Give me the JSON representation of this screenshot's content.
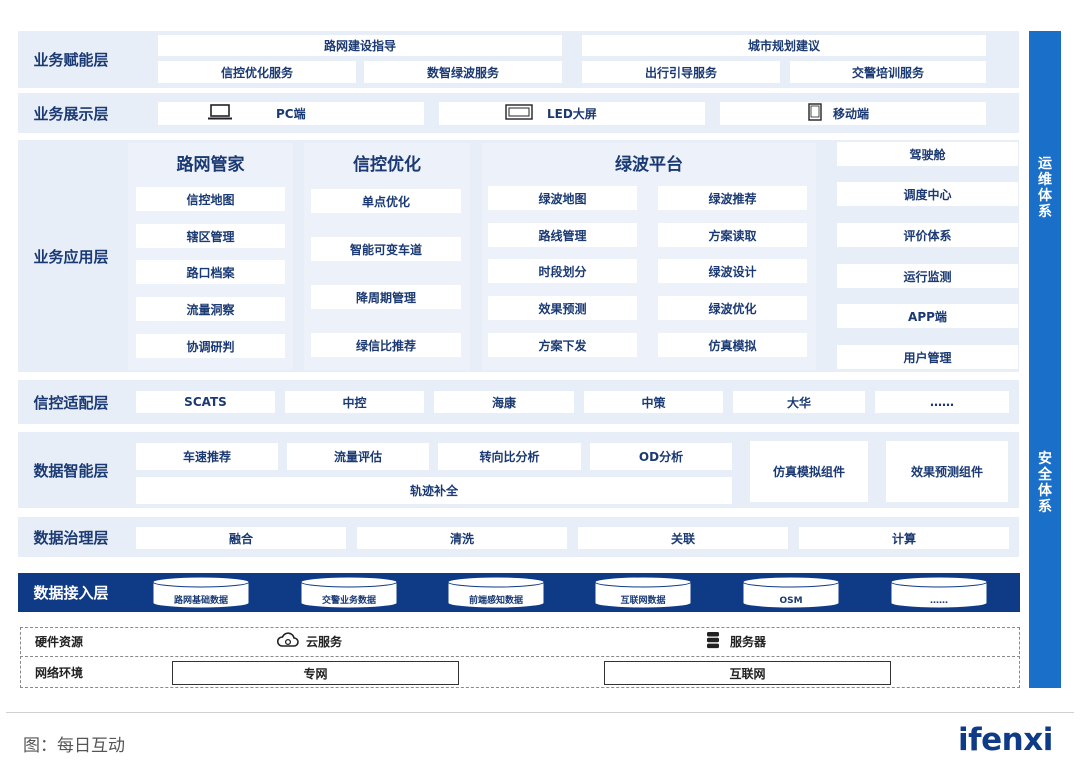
{
  "layers": {
    "empower": "业务赋能层",
    "display": "业务展示层",
    "app": "业务应用层",
    "adapt": "信控适配层",
    "intel": "数据智能层",
    "gov": "数据治理层",
    "access": "数据接入层"
  },
  "empower": {
    "top": [
      "路网建设指导",
      "城市规划建议"
    ],
    "bottom": [
      "信控优化服务",
      "数智绿波服务",
      "出行引导服务",
      "交警培训服务"
    ]
  },
  "display": {
    "items": [
      {
        "label": "PC端",
        "icon": "laptop-icon"
      },
      {
        "label": "LED大屏",
        "icon": "led-screen-icon"
      },
      {
        "label": "移动端",
        "icon": "mobile-icon"
      }
    ]
  },
  "app": {
    "road": {
      "title": "路网管家",
      "items": [
        "信控地图",
        "辖区管理",
        "路口档案",
        "流量洞察",
        "协调研判"
      ]
    },
    "signal": {
      "title": "信控优化",
      "items": [
        "单点优化",
        "智能可变车道",
        "降周期管理",
        "绿信比推荐"
      ]
    },
    "green": {
      "title": "绿波平台",
      "left": [
        "绿波地图",
        "路线管理",
        "时段划分",
        "效果预测",
        "方案下发"
      ],
      "right": [
        "绿波推荐",
        "方案读取",
        "绿波设计",
        "绿波优化",
        "仿真模拟"
      ]
    },
    "right": [
      "驾驶舱",
      "调度中心",
      "评价体系",
      "运行监测",
      "APP端",
      "用户管理"
    ]
  },
  "adapt": {
    "items": [
      "SCATS",
      "中控",
      "海康",
      "中策",
      "大华",
      "……"
    ]
  },
  "intel": {
    "row1": [
      "车速推荐",
      "流量评估",
      "转向比分析",
      "OD分析"
    ],
    "row2": "轨迹补全",
    "right": [
      "仿真模拟组件",
      "效果预测组件"
    ]
  },
  "gov": {
    "items": [
      "融合",
      "清洗",
      "关联",
      "计算"
    ]
  },
  "access": {
    "items": [
      "路网基础数据",
      "交警业务数据",
      "前端感知数据",
      "互联网数据",
      "OSM",
      "……"
    ]
  },
  "hardware": {
    "label": "硬件资源",
    "cloud": "云服务",
    "server": "服务器"
  },
  "network": {
    "label": "网络环境",
    "private": "专网",
    "internet": "互联网"
  },
  "sidebar": {
    "ops": [
      "运",
      "维",
      "体",
      "系"
    ],
    "sec": [
      "安",
      "全",
      "体",
      "系"
    ]
  },
  "caption": "图：每日互动",
  "logo": "ifenxi",
  "colors": {
    "accent": "#1a6fc9",
    "dark": "#0f3a86",
    "band": "#e8eef8",
    "text": "#1b3a73"
  }
}
